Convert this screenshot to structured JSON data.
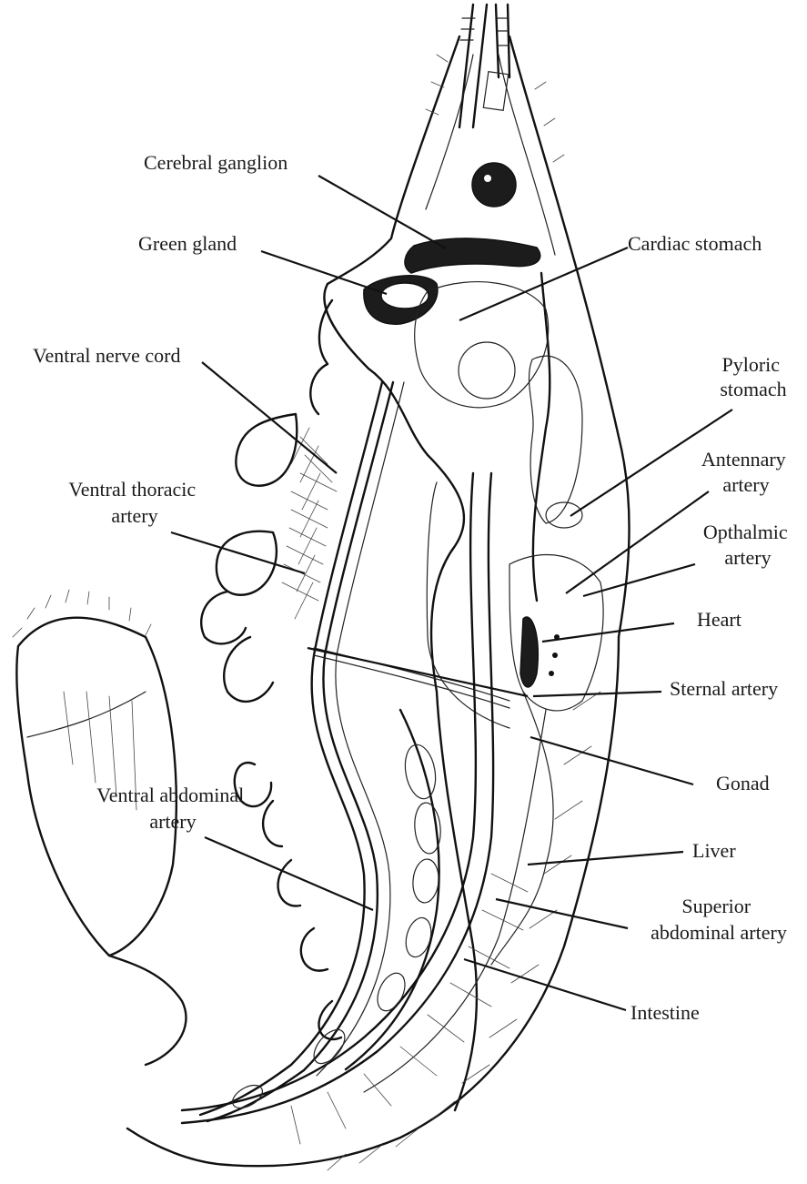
{
  "labels": {
    "cerebral_ganglion": "Cerebral ganglion",
    "green_gland": "Green gland",
    "cardiac_stomach": "Cardiac stomach",
    "ventral_nerve_cord": "Ventral nerve cord",
    "pyloric_stomach": [
      "Pyloric",
      "stomach"
    ],
    "antennary_artery": [
      "Antennary",
      "artery"
    ],
    "ventral_thoracic_artery": [
      "Ventral thoracic",
      "artery"
    ],
    "opthalmic_artery": [
      "Opthalmic",
      "artery"
    ],
    "heart": "Heart",
    "sternal_artery": "Sternal artery",
    "gonad": "Gonad",
    "ventral_abdominal_artery": [
      "Ventral abdominal",
      "artery"
    ],
    "liver": "Liver",
    "superior_abdominal_artery": [
      "Superior",
      "abdominal artery"
    ],
    "intestine": "Intestine"
  },
  "colors": {
    "ink": "#111111",
    "paper": "#ffffff",
    "label_text": "#1a1a1a"
  }
}
